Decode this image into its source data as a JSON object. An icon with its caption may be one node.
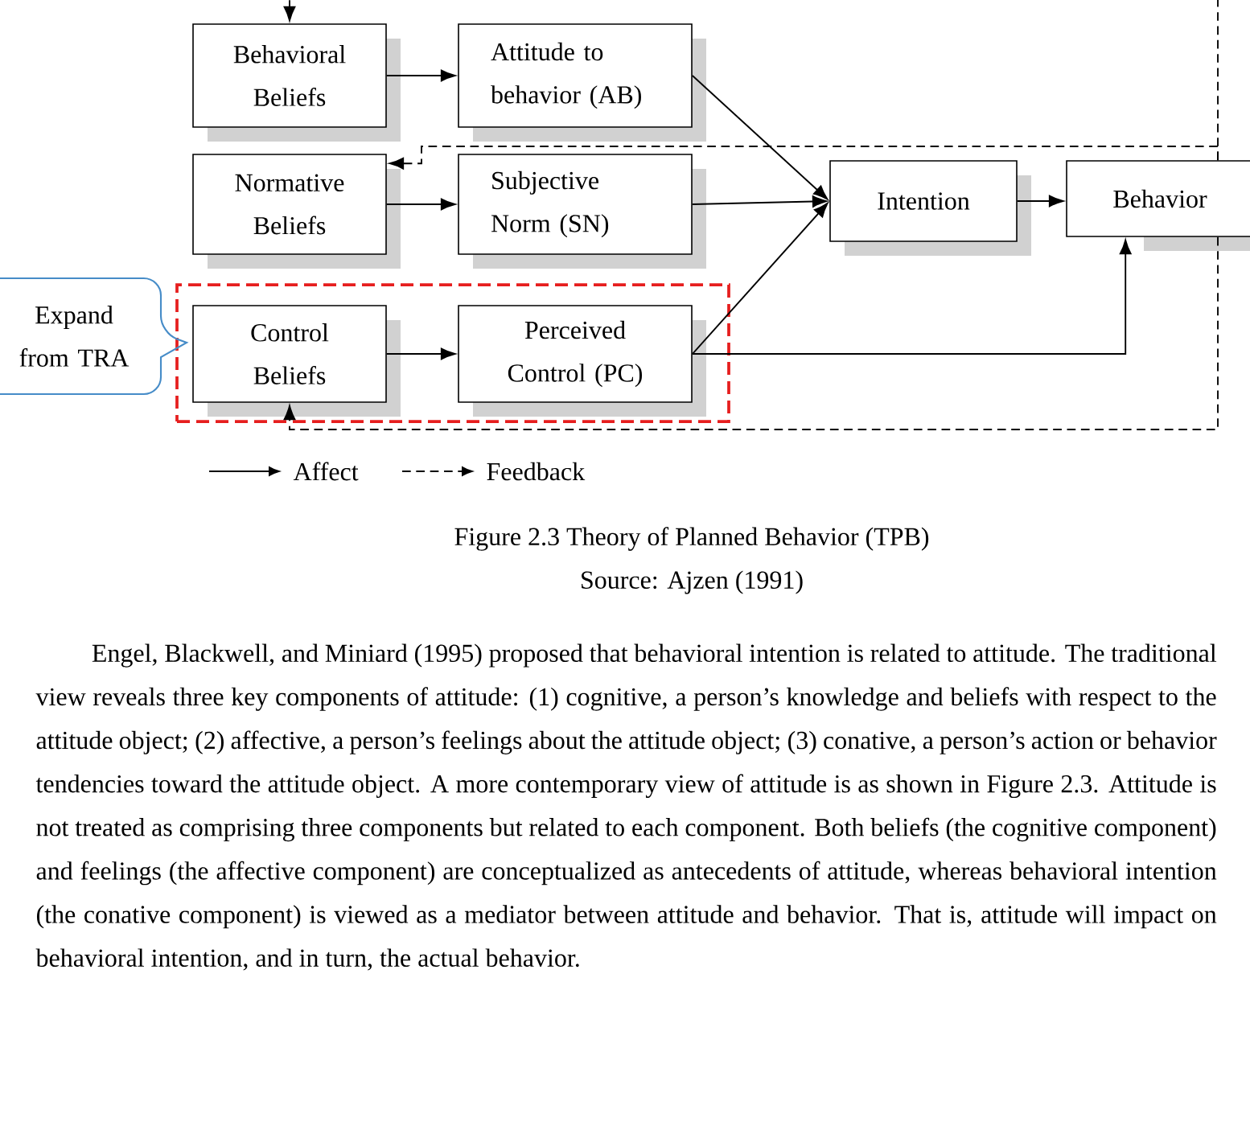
{
  "diagram": {
    "caption": "Figure 2.3 Theory of Planned Behavior (TPB)",
    "nodes": [
      {
        "text": [
          "Behavioral Beliefs"
        ]
      },
      {
        "text": [
          "Attitude to behavior (AB)"
        ]
      },
      {
        "text": [
          "Normative Beliefs"
        ]
      },
      {
        "text": [
          "Subjective Norm (SN)"
        ]
      },
      {
        "text": [
          "Intention"
        ]
      },
      {
        "text": [
          "Behavior"
        ]
      },
      {
        "text": [
          "Expand from TRA"
        ]
      },
      {
        "text": [],
        "shape": "box"
      },
      {
        "text": [
          "Control Beliefs"
        ],
        "in": 7
      },
      {
        "text": [
          "Perceived Control (PC)"
        ],
        "in": 7
      }
    ],
    "edges": [
      {
        "from": 0,
        "to": 1,
        "arrow": "to"
      },
      {
        "from": 1,
        "to": 4,
        "arrow": "to"
      },
      {
        "from": 2,
        "to": 3,
        "arrow": "to"
      },
      {
        "from": 3,
        "to": 4,
        "arrow": "to"
      },
      {
        "from": 8,
        "to": 9,
        "arrow": "to"
      },
      {
        "from": 9,
        "to": 4,
        "arrow": "to"
      },
      {
        "from": 4,
        "to": 5,
        "arrow": "to"
      },
      {
        "from": 9,
        "to": 5,
        "arrow": "to"
      },
      {
        "from": 5,
        "to": 0,
        "arrow": "to",
        "style": "dashed"
      },
      {
        "from": 5,
        "to": 2,
        "arrow": "to",
        "style": "dashed"
      },
      {
        "from": 5,
        "to": 8,
        "arrow": "to",
        "style": "dashed"
      }
    ],
    "labels": [
      "Source: Ajzen (1991)",
      "Engel, Blackwell, and Miniard (1995) proposed that behavioral intention is related to attitude. The traditional view reveals three key components of attitude: (1) cognitive, a person’s knowledge and beliefs with respect to the attitude object; (2) affective, a person’s feelings about the attitude object; (3) conative, a person’s action or behavior tendencies toward the attitude object. A more contemporary view of attitude is as shown in Figure 2.3. Attitude is not treated as comprising three components but related to each component. Both beliefs (the cognitive component) and feelings (the affective component) are conceptualized as antecedents of attitude, whereas behavioral intention (the conative component) is viewed as a mediator between attitude and behavior. That is, attitude will impact on behavioral intention, and in turn, the actual behavior."
    ],
    "legend": [
      {
        "text": "Affect"
      },
      {
        "text": "Feedback"
      }
    ]
  }
}
